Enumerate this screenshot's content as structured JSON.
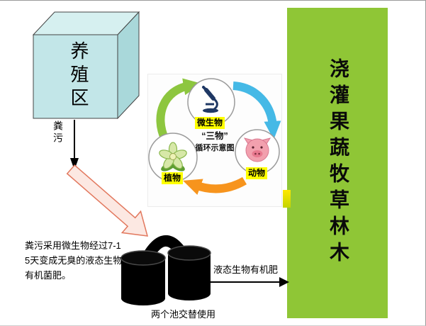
{
  "cube": {
    "label": "养殖区"
  },
  "labels": {
    "manure": "粪污",
    "left_note": "粪污采用微生物经过7-15天变成无臭的液态生物有机菌肥。",
    "liquid_fertilizer": "液态生物有机肥",
    "tanks_caption": "两个池交替使用"
  },
  "green_panel": {
    "text": "浇灌果蔬牧草林木"
  },
  "cycle": {
    "title_line1": "“三物”",
    "title_line2": "循环示意图",
    "nodes": [
      {
        "label": "微生物",
        "icon": "microscope-icon"
      },
      {
        "label": "动物",
        "icon": "pig-icon"
      },
      {
        "label": "植物",
        "icon": "flower-icon"
      }
    ]
  },
  "colors": {
    "green_panel": "#8fc636",
    "cycle_arrow_green": "#8dc63f",
    "cycle_arrow_blue": "#45b9e6",
    "cycle_arrow_orange": "#f7941d",
    "label_highlight": "#ffff00",
    "cube_fill": "#c2e6e8",
    "pink_arrow_stroke": "#e2785e",
    "tank": "#000000"
  }
}
